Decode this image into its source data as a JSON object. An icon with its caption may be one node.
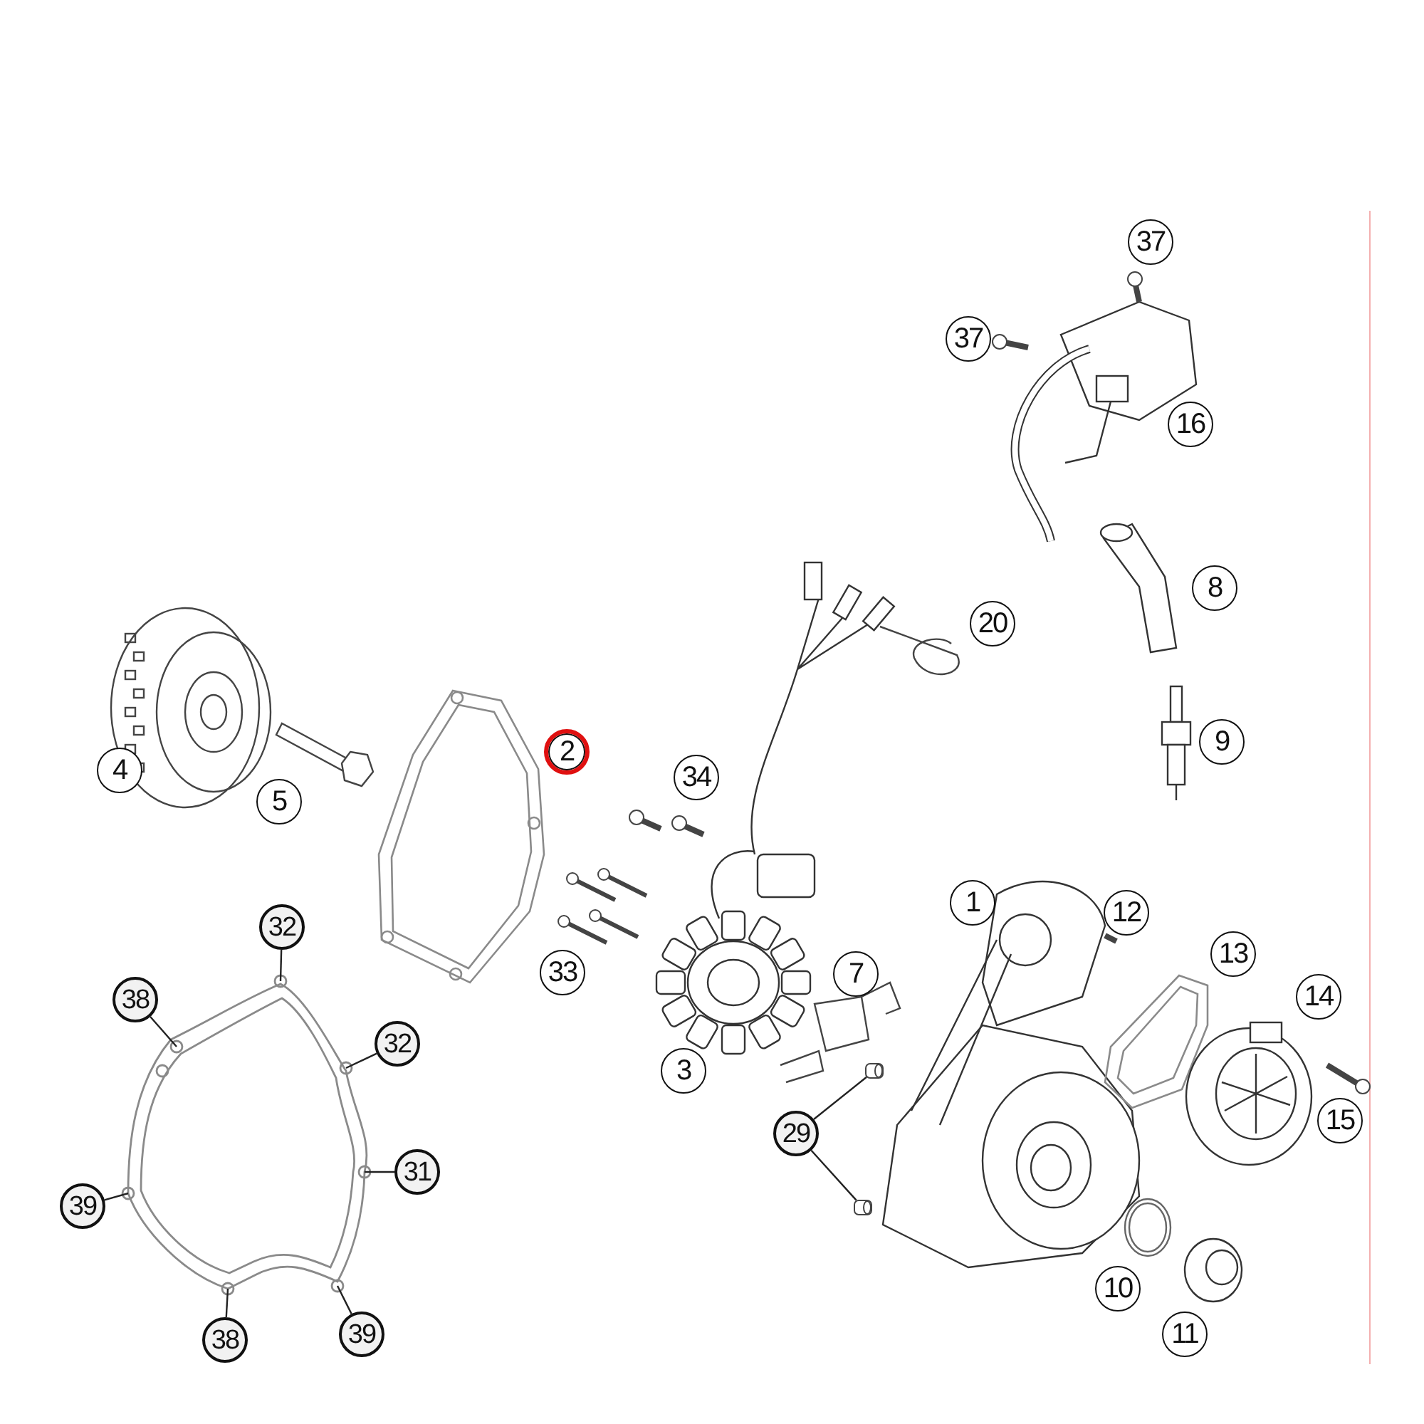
{
  "diagram": {
    "nodes": [
      {
        "text": [
          "32"
        ]
      },
      {
        "text": [
          "38"
        ]
      },
      {
        "text": [
          "32"
        ]
      },
      {
        "text": [
          "31"
        ]
      },
      {
        "text": [
          "39"
        ]
      },
      {
        "text": [
          "38"
        ]
      },
      {
        "text": [
          "39"
        ]
      },
      {
        "text": [
          "29"
        ]
      },
      {
        "text": [],
        "shape": "cylinder"
      },
      {
        "text": [],
        "shape": "cylinder"
      }
    ],
    "edges": [
      {
        "from": 0,
        "to": null,
        "arrow": "none"
      },
      {
        "from": 1,
        "to": null,
        "arrow": "none"
      },
      {
        "from": 2,
        "to": null,
        "arrow": "none"
      },
      {
        "from": 3,
        "to": null,
        "arrow": "none"
      },
      {
        "from": 4,
        "to": null,
        "arrow": "none"
      },
      {
        "from": 5,
        "to": null,
        "arrow": "none"
      },
      {
        "from": 6,
        "to": null,
        "arrow": "none"
      },
      {
        "from": 7,
        "to": 8,
        "arrow": "none"
      },
      {
        "from": 7,
        "to": 9,
        "arrow": "none"
      }
    ],
    "labels": [
      "37",
      "37",
      "16",
      "8",
      "20",
      "4",
      "2",
      "9",
      "5",
      "34",
      "1",
      "12",
      "33",
      "7",
      "13",
      "14",
      "3",
      "15",
      "10",
      "11"
    ]
  }
}
